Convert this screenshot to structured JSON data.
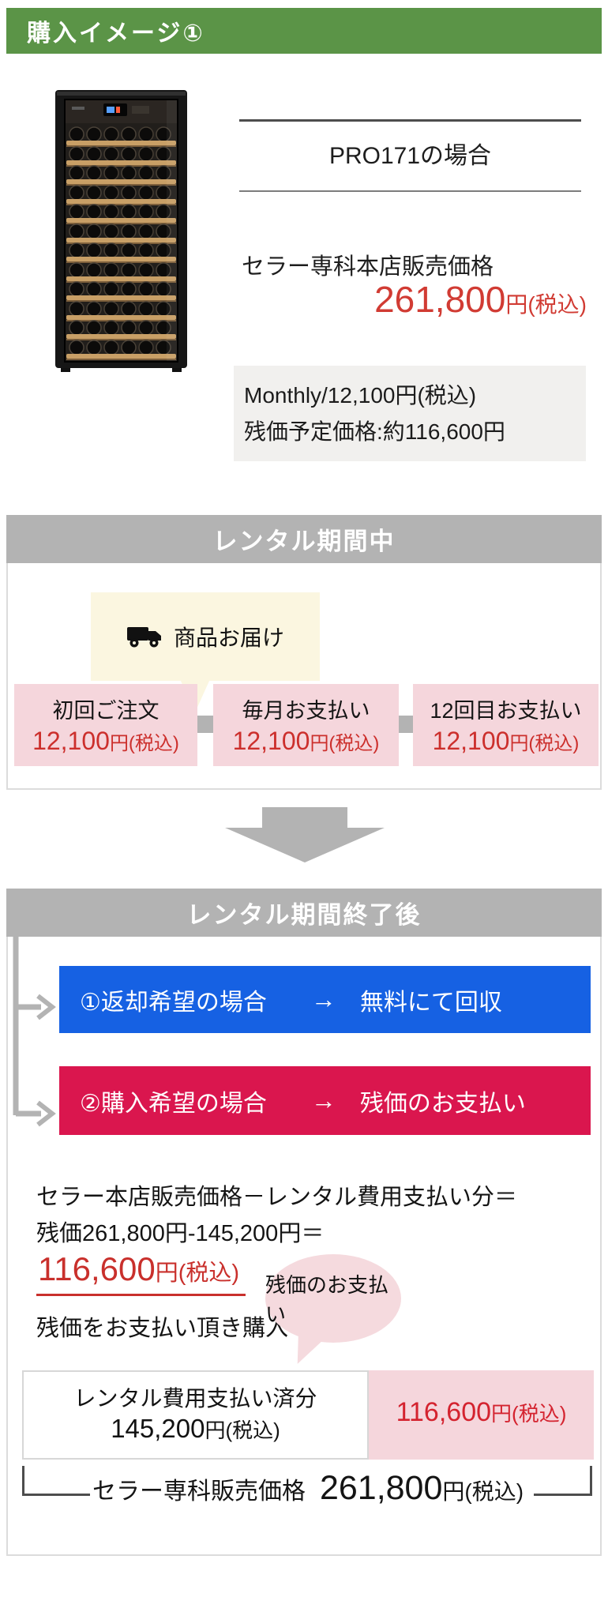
{
  "colors": {
    "header_green": "#5b9447",
    "bar_gray": "#b3b3b3",
    "step_pink": "#f5d6dc",
    "bubble_cream": "#fbf6e0",
    "balloon_pink": "#f5dade",
    "option_blue": "#1661e3",
    "option_crimson": "#da164e",
    "price_red": "#d13b33"
  },
  "page": {
    "title_bar": "購入イメージ①"
  },
  "product": {
    "model_case": "PRO171の場合",
    "store_price_label": "セラー専科本店販売価格",
    "store_price_value": "261,800",
    "store_price_unit": "円(税込)",
    "monthly_line": "Monthly/12,100円(税込)",
    "residual_line": "残価予定価格:約116,600円"
  },
  "rental_period": {
    "header": "レンタル期間中",
    "delivery_label": "商品お届け",
    "steps": [
      {
        "label": "初回ご注文",
        "price": "12,100",
        "unit": "円(税込)"
      },
      {
        "label": "毎月お支払い",
        "price": "12,100",
        "unit": "円(税込)"
      },
      {
        "label": "12回目お支払い",
        "price": "12,100",
        "unit": "円(税込)"
      }
    ]
  },
  "after_rental": {
    "header": "レンタル期間終了後",
    "options": [
      {
        "case": "①返却希望の場合",
        "arrow": "→",
        "result": "無料にて回収"
      },
      {
        "case": "②購入希望の場合",
        "arrow": "→",
        "result": "残価のお支払い"
      }
    ],
    "formula_line1": "セラー本店販売価格－レンタル費用支払い分＝",
    "formula_line2": "残価261,800円-145,200円＝",
    "result_value": "116,600",
    "result_unit": "円(税込)",
    "note": "残価をお支払い頂き購入",
    "balloon": "残価のお支払い",
    "table": {
      "paid_label": "レンタル費用支払い済分",
      "paid_value": "145,200",
      "paid_unit": "円(税込)",
      "residual_value": "116,600",
      "residual_unit": "円(税込)"
    },
    "total_label": "セラー専科販売価格",
    "total_value": "261,800",
    "total_unit": "円(税込)"
  }
}
